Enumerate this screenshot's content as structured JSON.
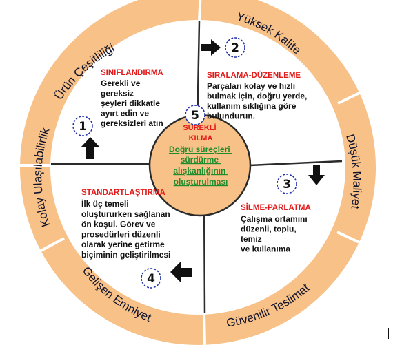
{
  "colors": {
    "ring_fill": "#f7c187",
    "ring_stroke": "#ffffff",
    "center_fill": "#f7c187",
    "title_red": "#e31b1b",
    "center_green": "#1f8c2d",
    "text_dark": "#111111",
    "circle_stroke": "#1f2fa8"
  },
  "ring_labels": {
    "urun_cesitliligi": "Ürün Çeşitliliği",
    "yuksek_kalite": "Yüksek Kalite",
    "dusuk_maliyet": "Düşük Maliyet",
    "guvenilir_teslimat": "Güvenilir Teslimat",
    "gelisen_emniyet": "Gelişen Emniyet",
    "kolay_ulasilabilirlik": "Kolay Ulaşılabilirlik"
  },
  "steps": {
    "s1": {
      "number": "1",
      "title": "SINIFLANDIRMA",
      "lines": [
        "Gerekli ve",
        "gereksiz",
        "şeyleri dikkatle",
        "ayırt edin ve",
        "gereksizleri atın"
      ],
      "arrow": "up-arrow-icon"
    },
    "s2": {
      "number": "2",
      "title": "SIRALAMA-DÜZENLEME",
      "lines": [
        "Parçaları kolay ve hızlı",
        "bulmak için, doğru yerde,",
        "kullanım sıklığına göre",
        "bulundurun."
      ],
      "arrow": "right-arrow-icon"
    },
    "s3": {
      "number": "3",
      "title": "SİLME-PARLATMA",
      "lines": [
        "Çalışma ortamını",
        "düzenli, toplu,",
        "temiz",
        "ve kullanıma"
      ],
      "arrow": "down-arrow-icon"
    },
    "s4": {
      "number": "4",
      "title": "STANDARTLAŞTIRMA",
      "lines": [
        "İlk üç temeli",
        "oluştururken sağlanan",
        "ön koşul. Görev ve",
        "prosedürleri düzenli",
        "olarak yerine getirme",
        "biçiminin geliştirilmesi"
      ],
      "arrow": "left-arrow-icon"
    },
    "s5": {
      "number": "5"
    }
  },
  "center": {
    "title_lines": [
      "SÜREKLİ",
      "KILMA"
    ],
    "body_lines": [
      "Doğru süreçleri",
      "sürdürme",
      "alışkanlığının",
      "oluşturulması"
    ]
  }
}
